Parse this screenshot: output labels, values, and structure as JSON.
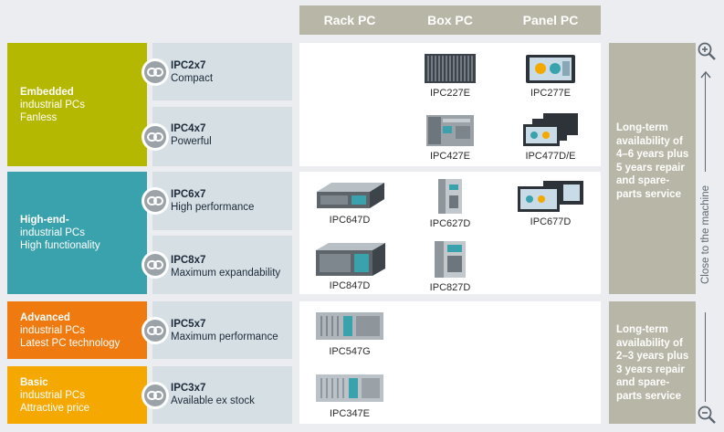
{
  "columns": [
    "Rack PC",
    "Box PC",
    "Panel PC"
  ],
  "groups": [
    {
      "title": "Embedded",
      "lines": [
        "industrial PCs",
        "Fanless"
      ],
      "color": "#b5b800"
    },
    {
      "title": "High-end-",
      "lines": [
        "industrial PCs",
        "High functionality"
      ],
      "color": "#3aa2ac"
    },
    {
      "title": "Advanced",
      "lines": [
        "industrial PCs",
        "Latest PC technology"
      ],
      "color": "#ef7b10"
    },
    {
      "title": "Basic",
      "lines": [
        "industrial PCs",
        "Attractive price"
      ],
      "color": "#f5a800"
    }
  ],
  "rows": [
    {
      "name": "IPC2x7",
      "desc": "Compact"
    },
    {
      "name": "IPC4x7",
      "desc": "Powerful"
    },
    {
      "name": "IPC6x7",
      "desc": "High performance"
    },
    {
      "name": "IPC8x7",
      "desc": "Maximum expandability"
    },
    {
      "name": "IPC5x7",
      "desc": "Maximum performance"
    },
    {
      "name": "IPC3x7",
      "desc": "Available ex stock"
    }
  ],
  "products": {
    "ipc227e": "IPC227E",
    "ipc277e": "IPC277E",
    "ipc427e": "IPC427E",
    "ipc477de": "IPC477D/E",
    "ipc647d": "IPC647D",
    "ipc627d": "IPC627D",
    "ipc677d": "IPC677D",
    "ipc847d": "IPC847D",
    "ipc827d": "IPC827D",
    "ipc547g": "IPC547G",
    "ipc347e": "IPC347E"
  },
  "availability": {
    "top": [
      "Long-term",
      "availability of",
      "4–6 years plus",
      "5 years repair",
      "and spare-",
      "parts service"
    ],
    "bottom": [
      "Long-term",
      "availability of",
      "2–3 years plus",
      "3 years repair",
      "and spare-",
      "parts service"
    ]
  },
  "side_label": "Close to the machine",
  "icons": {
    "zoom_in": "zoom-in-icon",
    "zoom_out": "zoom-out-icon",
    "link": "link-icon"
  },
  "colors": {
    "avail_bg": "#b8b6a6",
    "row_bg": "#d5dfe4"
  }
}
